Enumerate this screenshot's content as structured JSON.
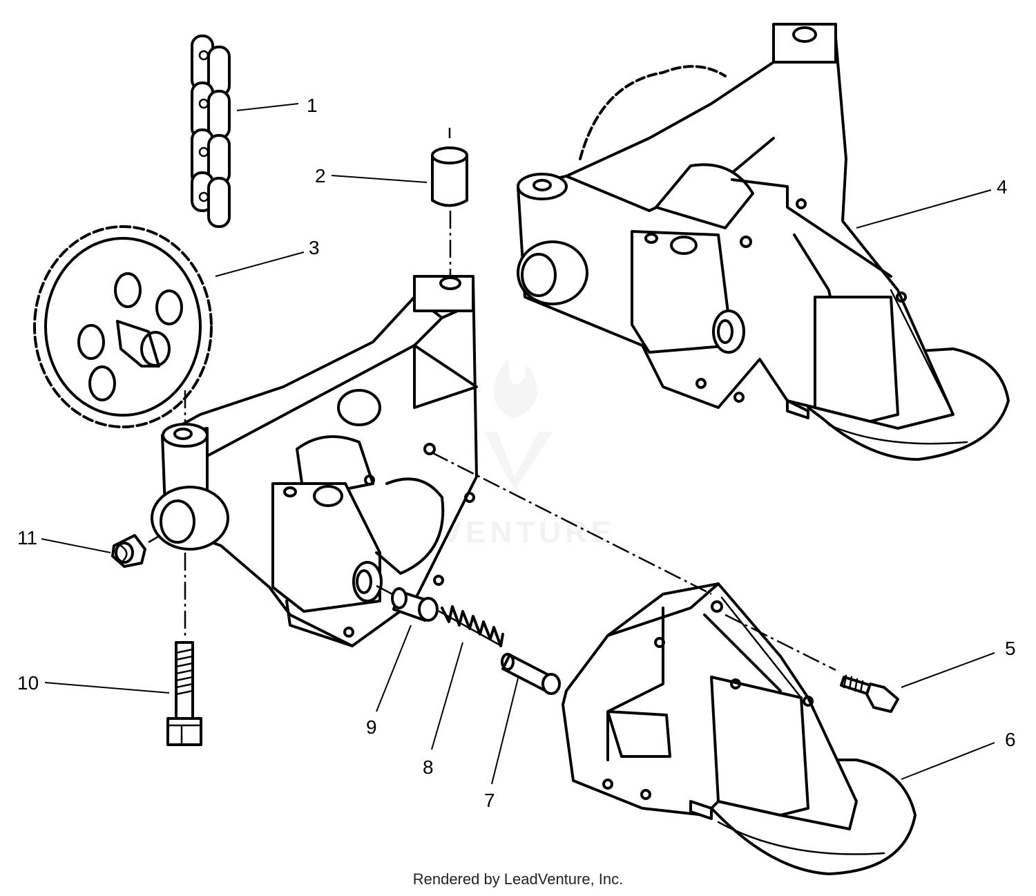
{
  "callouts": [
    "1",
    "2",
    "3",
    "4",
    "5",
    "6",
    "7",
    "8",
    "9",
    "10",
    "11"
  ],
  "watermark": "LEADVENTURE",
  "footer": "Rendered by LeadVenture, Inc."
}
